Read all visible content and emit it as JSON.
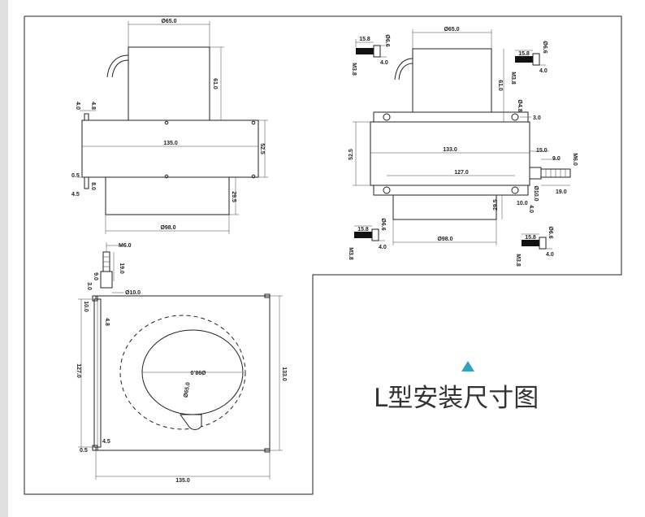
{
  "title": "L型安装尺寸图",
  "accent_color": "#2aa6c4",
  "marker_icon": "triangle-up-icon",
  "views": {
    "front": {
      "d_top": "Ø65.0",
      "h_top": "61.0",
      "w_body": "135.0",
      "h_body": "52.5",
      "d_bottom": "Ø98.0",
      "h_bottom": "29.5",
      "s40": "4.0",
      "s48": "4.8",
      "s05": "0.5",
      "s45": "4.5",
      "s80": "8.0"
    },
    "side": {
      "d_top": "Ø65.0",
      "h_top": "61.0",
      "hole": "Ø4.8",
      "s30": "3.0",
      "w_body": "133.0",
      "h_body": "52.5",
      "s150": "15.0",
      "s90": "9.0",
      "m60": "M6.0",
      "s190": "19.0",
      "w_pin": "127.0",
      "d_pin": "Ø10.0",
      "s100": "10.0",
      "s40": "4.0",
      "h_bottom": "29.5",
      "d_bottom": "Ø98.0"
    },
    "bolt": {
      "len": "15.8",
      "dia": "Ø6.6",
      "head": "4.0",
      "thread": "M3.8"
    },
    "top": {
      "m60": "M6.0",
      "s190": "19.0",
      "s90": "9.0",
      "s30": "3.0",
      "d_pin": "Ø10.0",
      "s100": "10.0",
      "s48": "4.8",
      "len_left": "127.0",
      "len_right": "133.0",
      "d_inner": "Ø98.0",
      "d_cable": "Ø65.0",
      "s45": "4.5",
      "s05": "0.5",
      "width": "135.0"
    }
  }
}
